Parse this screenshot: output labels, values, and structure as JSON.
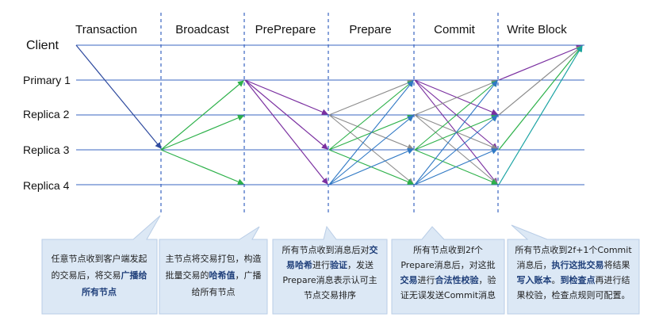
{
  "phases": [
    "Transaction",
    "Broadcast",
    "PrePrepare",
    "Prepare",
    "Commit",
    "Write Block"
  ],
  "nodes": [
    "Client",
    "Primary 1",
    "Replica 2",
    "Replica 3",
    "Replica 4"
  ],
  "colors": {
    "timeline": "#3a64c0",
    "divider": "#3a64c0",
    "client_line": "#2e4a9e",
    "green": "#2db14a",
    "purple": "#7a2fa0",
    "blue": "#2f78c4",
    "gray": "#8c8c8c",
    "teal": "#1aa3a3",
    "callout_bg": "#dce8f5",
    "callout_border": "#b9cde6"
  },
  "callouts": [
    {
      "lines": [
        [
          {
            "t": "任意节点收到客户端发起"
          }
        ],
        [
          {
            "t": "的交易后，将交易"
          },
          {
            "t": "广播给",
            "b": true
          }
        ],
        [
          {
            "t": "所有节点",
            "b": true
          }
        ]
      ]
    },
    {
      "lines": [
        [
          {
            "t": "主节点将交易打包，构造"
          }
        ],
        [
          {
            "t": "批量交易的"
          },
          {
            "t": "哈希值",
            "b": true
          },
          {
            "t": "，广播"
          }
        ],
        [
          {
            "t": "给所有节点"
          }
        ]
      ]
    },
    {
      "lines": [
        [
          {
            "t": "所有节点收到消息后对"
          },
          {
            "t": "交",
            "b": true
          }
        ],
        [
          {
            "t": "易哈希",
            "b": true
          },
          {
            "t": "进行"
          },
          {
            "t": "验证",
            "b": true
          },
          {
            "t": "，发送"
          }
        ],
        [
          {
            "t": "Prepare消息表示认可主"
          }
        ],
        [
          {
            "t": "节点交易排序"
          }
        ]
      ]
    },
    {
      "lines": [
        [
          {
            "t": "所有节点收到2f个"
          }
        ],
        [
          {
            "t": "Prepare消息后，对这批"
          }
        ],
        [
          {
            "t": "交易",
            "b": true
          },
          {
            "t": "进行"
          },
          {
            "t": "合法性校验",
            "b": true
          },
          {
            "t": "，验"
          }
        ],
        [
          {
            "t": "证无误发送Commit消息"
          }
        ]
      ]
    },
    {
      "lines": [
        [
          {
            "t": "所有节点收到2f+1个Commit"
          }
        ],
        [
          {
            "t": "消息后，"
          },
          {
            "t": "执行这批交易",
            "b": true
          },
          {
            "t": "将结果"
          }
        ],
        [
          {
            "t": "写入账本",
            "b": true
          },
          {
            "t": "。"
          },
          {
            "t": "到检查点",
            "b": true
          },
          {
            "t": "再进行结"
          }
        ],
        [
          {
            "t": "果校验，检查点规则可配置。"
          }
        ]
      ]
    }
  ]
}
